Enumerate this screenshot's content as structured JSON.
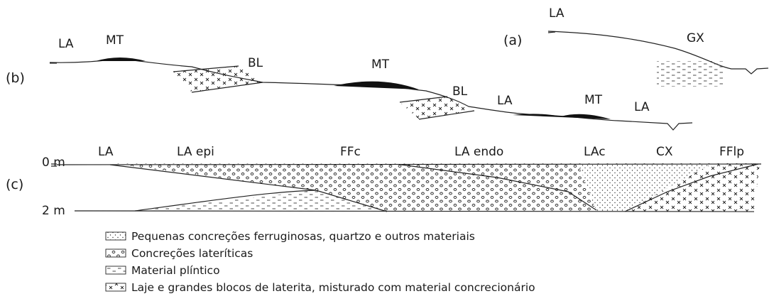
{
  "panel_a": {
    "tag": "(a)",
    "labels": {
      "la": "LA",
      "gx": "GX"
    }
  },
  "panel_b": {
    "tag": "(b)",
    "labels": {
      "la1": "LA",
      "mt1": "MT",
      "bl1": "BL",
      "mt2": "MT",
      "bl2": "BL",
      "la2": "LA",
      "mt3": "MT",
      "la3": "LA"
    }
  },
  "panel_c": {
    "tag": "(c)",
    "depth_top": "0 m",
    "depth_bottom": "2 m",
    "labels": {
      "la": "LA",
      "la_epi": "LA epi",
      "ffc": "FFc",
      "la_endo": "LA endo",
      "lac": "LAc",
      "cx": "CX",
      "fflp": "FFlp"
    }
  },
  "legend": [
    {
      "pattern": "fine-dots",
      "label": "Pequenas concreções ferruginosas, quartzo e outros materiais"
    },
    {
      "pattern": "circles",
      "label": "Concreções lateríticas"
    },
    {
      "pattern": "dashes",
      "label": "Material plíntico"
    },
    {
      "pattern": "crosses",
      "label": "Laje e grandes blocos de laterita, misturado com material concrecionário"
    }
  ]
}
